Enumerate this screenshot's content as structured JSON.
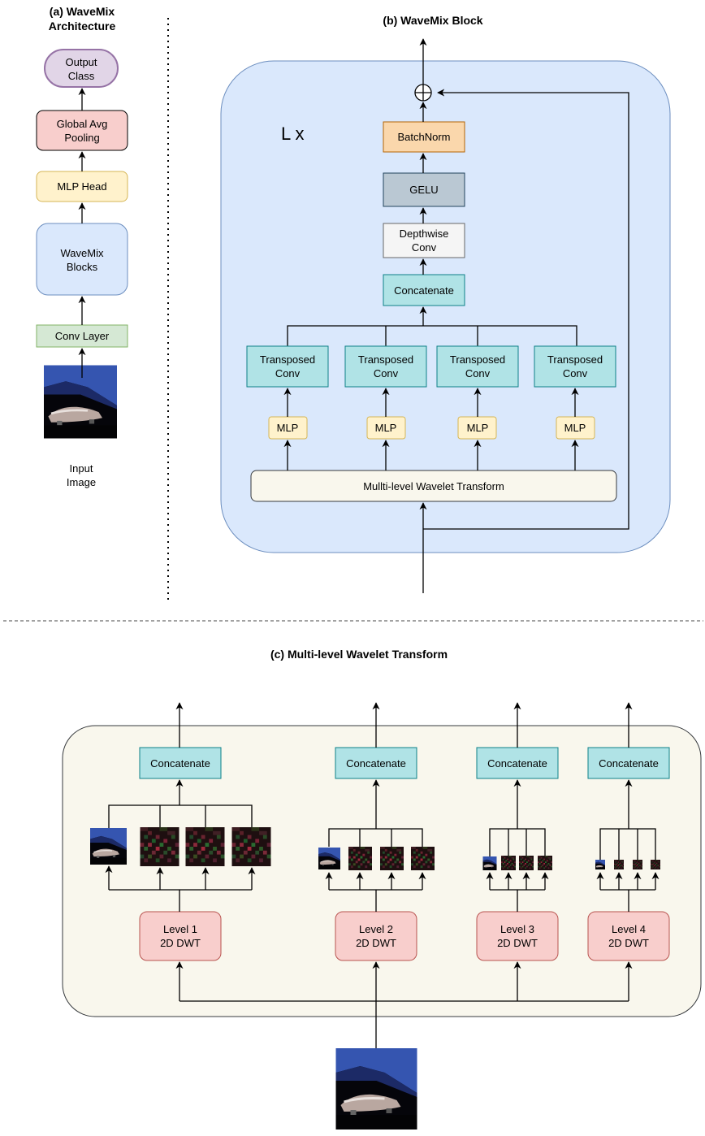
{
  "panel_a": {
    "title_line1": "(a) WaveMix",
    "title_line2": "Architecture",
    "output_class": [
      "Output",
      "Class"
    ],
    "global_avg_pooling": [
      "Global Avg",
      "Pooling"
    ],
    "mlp_head": "MLP Head",
    "wavemix_blocks": [
      "WaveMix",
      "Blocks"
    ],
    "conv_layer": "Conv Layer",
    "input_image": [
      "Input",
      "Image"
    ]
  },
  "panel_b": {
    "title": "(b) WaveMix Block",
    "repeat": "L x",
    "batchnorm": "BatchNorm",
    "gelu": "GELU",
    "depthwise_conv": [
      "Depthwise",
      "Conv"
    ],
    "concatenate": "Concatenate",
    "transposed_conv": [
      "Transposed",
      "Conv"
    ],
    "mlp": "MLP",
    "wavelet_transform": "Mullti-level Wavelet Transform"
  },
  "panel_c": {
    "title": "(c) Multi-level Wavelet Transform",
    "concatenate": "Concatenate",
    "levels": [
      [
        "Level 1",
        "2D DWT"
      ],
      [
        "Level 2",
        "2D DWT"
      ],
      [
        "Level 3",
        "2D DWT"
      ],
      [
        "Level 4",
        "2D DWT"
      ]
    ]
  },
  "colors": {
    "output_class": "#e1d5e7",
    "pooling": "#f8cecc",
    "mlp": "#fff2cc",
    "blocks": "#dae8fc",
    "conv": "#d5e8d4",
    "batchnorm": "#fad7ac",
    "gelu": "#bac8d3",
    "depthwise": "#f5f5f5",
    "teal": "#b0e3e6",
    "wavelet": "#f9f7ed"
  }
}
